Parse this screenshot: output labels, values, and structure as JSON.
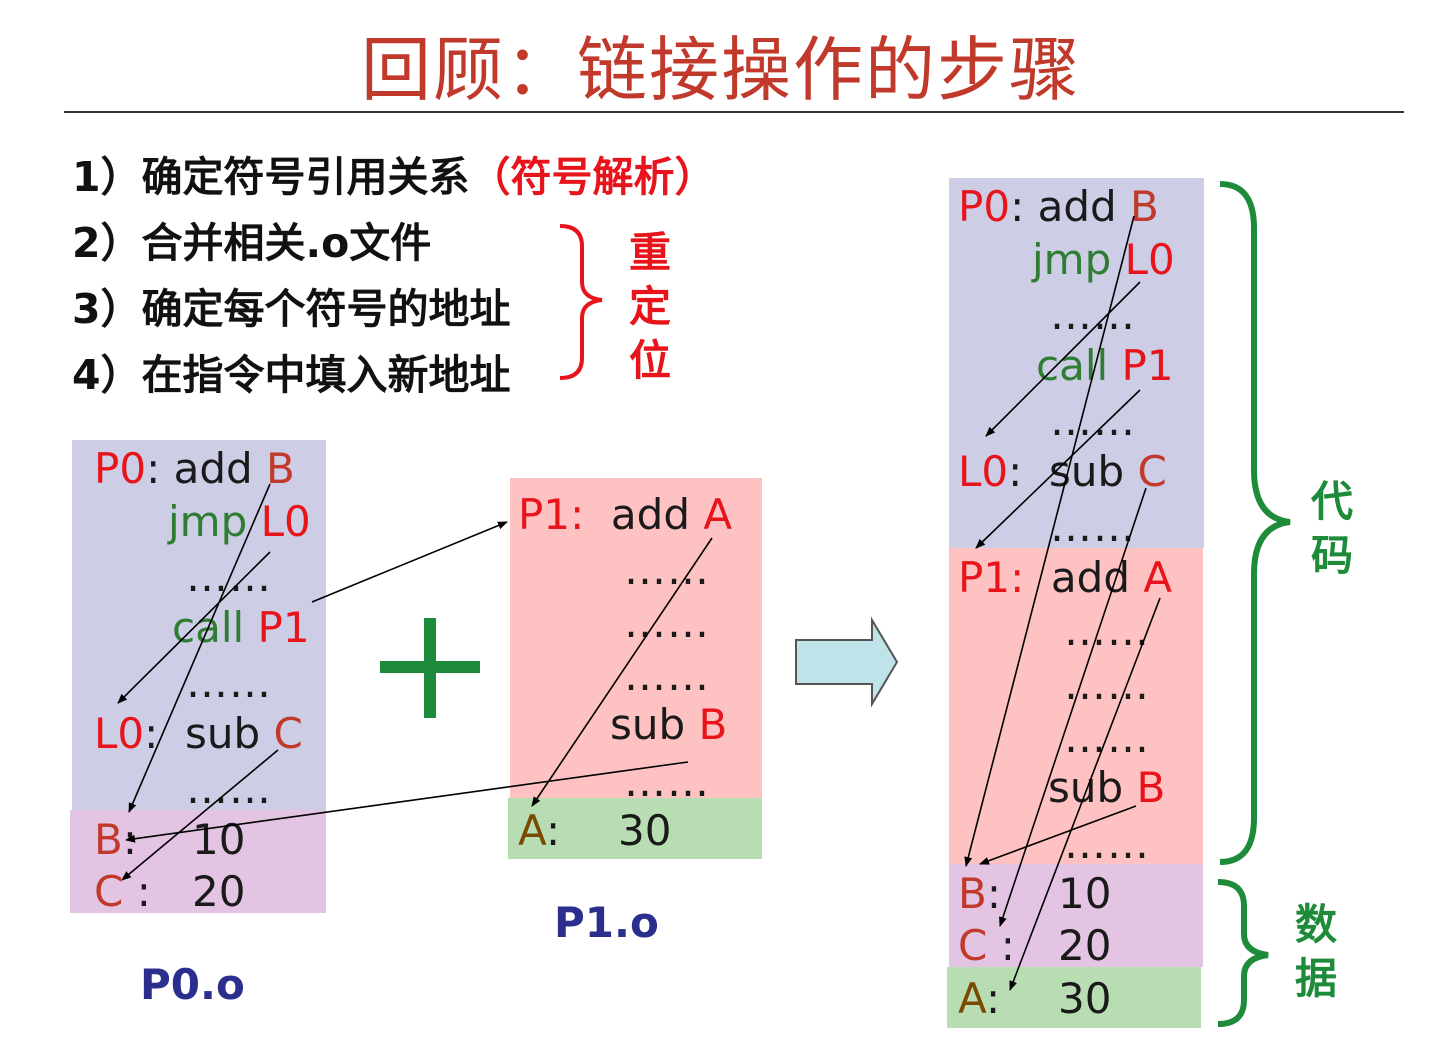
{
  "title": "回顾：链接操作的步骤",
  "steps": [
    {
      "num": "1）",
      "text": "确定符号引用关系",
      "highlight": "（符号解析）"
    },
    {
      "num": "2）",
      "text": "合并相关.o文件"
    },
    {
      "num": "3）",
      "text": "确定每个符号的地址"
    },
    {
      "num": "4）",
      "text": "在指令中填入新地址"
    }
  ],
  "relocation_label": [
    "重",
    "定",
    "位"
  ],
  "p0": {
    "file_name": "P0.o",
    "l1_label": "P0",
    "l1_colon": ":",
    "l1_op": "add",
    "l1_arg": "B",
    "l2_op": "jmp",
    "l2_arg": "L0",
    "l3": "……",
    "l4_op": "call",
    "l4_arg": "P1",
    "l5": "……",
    "l6_label": "L0",
    "l6_colon": ":",
    "l6_op": "sub",
    "l6_arg": "C",
    "l7": "……",
    "b_label": "B",
    "b_colon": ":",
    "b_value": "10",
    "c_label": "C",
    "c_colon": ":",
    "c_value": "20"
  },
  "p1": {
    "file_name": "P1.o",
    "l1_label": "P1",
    "l1_colon": ":",
    "l1_op": "add",
    "l1_arg": "A",
    "l2": "……",
    "l3": "……",
    "l4": "……",
    "l5_op": "sub",
    "l5_arg": "B",
    "l6": "……",
    "a_label": "A",
    "a_colon": ":",
    "a_value": "30"
  },
  "merged": {
    "l1_label": "P0",
    "l1_colon": ":",
    "l1_op": "add",
    "l1_arg": "B",
    "l2_op": "jmp",
    "l2_arg": "L0",
    "l3": "……",
    "l4_op": "call",
    "l4_arg": "P1",
    "l5": "……",
    "l6_label": "L0",
    "l6_colon": ":",
    "l6_op": "sub",
    "l6_arg": "C",
    "l7": "……",
    "l8_label": "P1",
    "l8_colon": ":",
    "l8_op": "add",
    "l8_arg": "A",
    "l9": "……",
    "l10": "……",
    "l11": "……",
    "l12_op": "sub",
    "l12_arg": "B",
    "l13": "……",
    "b_label": "B",
    "b_colon": ":",
    "b_value": "10",
    "c_label": "C",
    "c_colon": ":",
    "c_value": "20",
    "a_label": "A",
    "a_colon": ":",
    "a_value": "30"
  },
  "code_label": [
    "代",
    "码"
  ],
  "data_label": [
    "数",
    "据"
  ],
  "colors": {
    "title": "#C0392B",
    "highlight": "#E8141B",
    "code_region": "#CDCDE6",
    "data_region": "#E3C4E3",
    "p1_region": "#FFC2C2",
    "a_region": "#B8DDB3",
    "plus": "#1E8B3A",
    "brace_green": "#1E8B3A",
    "arrow_fill": "#BFE3E8"
  },
  "icons": {
    "plus": "plus-icon",
    "arrow": "right-arrow-icon",
    "brace": "curly-brace-icon"
  }
}
